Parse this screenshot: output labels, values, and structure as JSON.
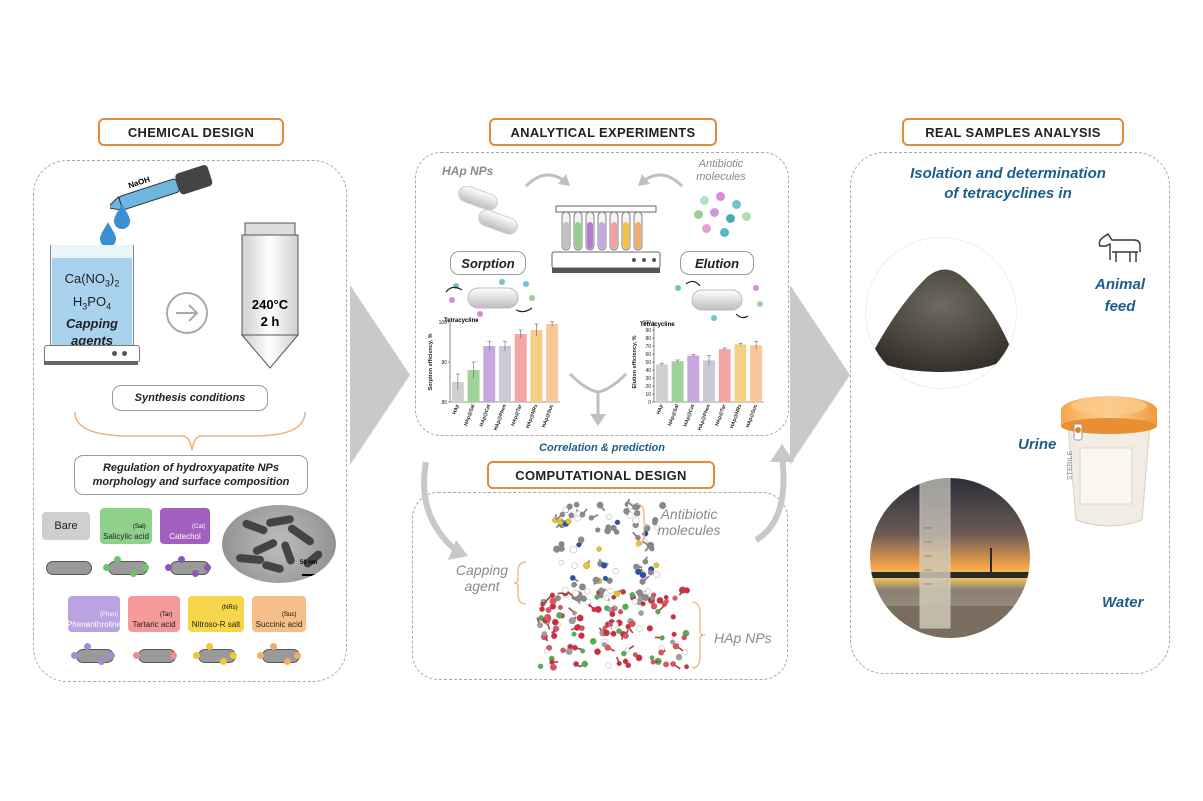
{
  "headers": {
    "chemical": "CHEMICAL DESIGN",
    "analytical": "ANALYTICAL EXPERIMENTS",
    "computational": "COMPUTATIONAL DESIGN",
    "real": "REAL SAMPLES ANALYSIS"
  },
  "chemical": {
    "naoh": "NaOH",
    "reagent1": "Ca(NO",
    "reagent1_sub": "3",
    "reagent1_end": ")",
    "reagent1_sub2": "2",
    "reagent2": "H",
    "reagent2_sub": "3",
    "reagent2_end": "PO",
    "reagent2_sub2": "4",
    "capping_line1": "Capping",
    "capping_line2": "agents",
    "temp": "240°C",
    "time": "2 h",
    "synthesis": "Synthesis conditions",
    "regulation_line1": "Regulation of hydroxyapatite NPs",
    "regulation_line2": "morphology and surface composition",
    "scale_bar": "50 nm",
    "agents": [
      {
        "label": "Bare",
        "tag": ""
      },
      {
        "label": "Salicylic acid",
        "tag": "(Sal)"
      },
      {
        "label": "Catechol",
        "tag": "(Cat)"
      },
      {
        "label": "Phenanthroline",
        "tag": "(Phen)"
      },
      {
        "label": "Tartaric acid",
        "tag": "(Tar)"
      },
      {
        "label": "Nitroso-R salt",
        "tag": "(NRs)"
      },
      {
        "label": "Succinic acid",
        "tag": "(Suc)"
      }
    ]
  },
  "analytical": {
    "hap_nps": "HAp NPs",
    "antibiotic_line1": "Antibiotic",
    "antibiotic_line2": "molecules",
    "sorption": "Sorption",
    "elution": "Elution",
    "tetracycline": "Tetracycline",
    "correlation": "Correlation & prediction"
  },
  "computational": {
    "antibiotic_line1": "Antibiotic",
    "antibiotic_line2": "molecules",
    "capping_line1": "Capping",
    "capping_line2": "agent",
    "hap": "HAp NPs"
  },
  "real": {
    "intro_line1": "Isolation and determination",
    "intro_line2": "of tetracyclines in",
    "animal_line1": "Animal",
    "animal_line2": "feed",
    "urine": "Urine",
    "water": "Water",
    "sterile": "STERILE"
  },
  "chart_data": [
    {
      "type": "bar",
      "ylabel": "Sorption efficiency, %",
      "ylim": [
        80,
        100
      ],
      "yticks": [
        80,
        90,
        100
      ],
      "categories": [
        "HAp",
        "HAp@Sal",
        "HAp@Cat",
        "HAp@Phen",
        "HAp@Tar",
        "HAp@NRs",
        "HAp@Suc"
      ],
      "values": [
        85,
        88,
        94,
        94,
        97,
        98,
        99.5
      ],
      "errors": [
        2,
        2,
        1.2,
        1.2,
        1,
        1.5,
        0.6
      ],
      "colors": [
        "#cfcfcf",
        "#9ed49a",
        "#c8a6de",
        "#c9c9d8",
        "#f4a6a6",
        "#f6cf86",
        "#f9c79a"
      ]
    },
    {
      "type": "bar",
      "ylabel": "Elution efficiency, %",
      "ylim": [
        0,
        100
      ],
      "yticks": [
        0,
        10,
        20,
        30,
        40,
        50,
        60,
        70,
        80,
        90,
        100
      ],
      "categories": [
        "HAp",
        "HAp@Sal",
        "HAp@Cat",
        "HAp@Phen",
        "HAp@Tar",
        "HAp@NRs",
        "HAp@Suc"
      ],
      "values": [
        47,
        51,
        58,
        52,
        66,
        72,
        71
      ],
      "errors": [
        1.5,
        1.5,
        1.5,
        6,
        1.5,
        1.5,
        5
      ],
      "colors": [
        "#cfcfcf",
        "#9ed49a",
        "#c8a6de",
        "#c9c9d8",
        "#f4a6a6",
        "#f6cf86",
        "#f9c79a"
      ]
    }
  ]
}
